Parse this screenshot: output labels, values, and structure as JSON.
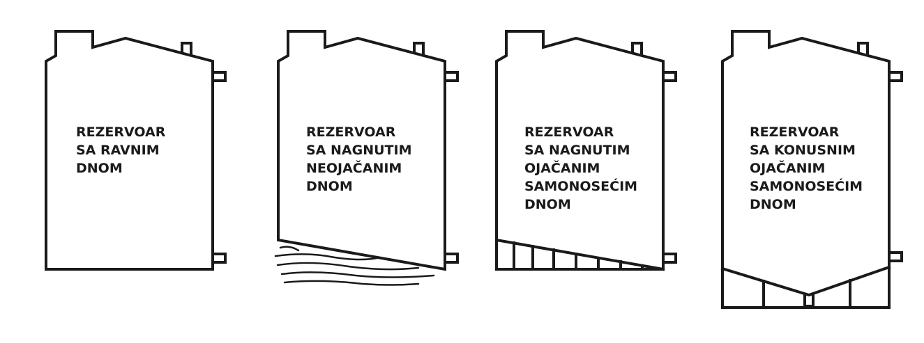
{
  "colors": {
    "stroke": "#1a1a1a",
    "background": "#ffffff"
  },
  "tanks": [
    {
      "id": "flat-bottom",
      "label_lines": [
        "REZERVOAR",
        "SA RAVNIM",
        "DNOM"
      ]
    },
    {
      "id": "inclined-unreinforced-bottom",
      "label_lines": [
        "REZERVOAR",
        "SA NAGNUTIM",
        "NEOJAČANIM",
        "DNOM"
      ]
    },
    {
      "id": "inclined-reinforced-self-supporting-bottom",
      "label_lines": [
        "REZERVOAR",
        "SA NAGNUTIM",
        "OJAČANIM",
        "SAMONOSEĆIM",
        "DNOM"
      ]
    },
    {
      "id": "conical-reinforced-self-supporting-bottom",
      "label_lines": [
        "REZERVOAR",
        "SA KONUSNIM",
        "OJAČANIM",
        "SAMONOSEĆIM",
        "DNOM"
      ]
    }
  ]
}
